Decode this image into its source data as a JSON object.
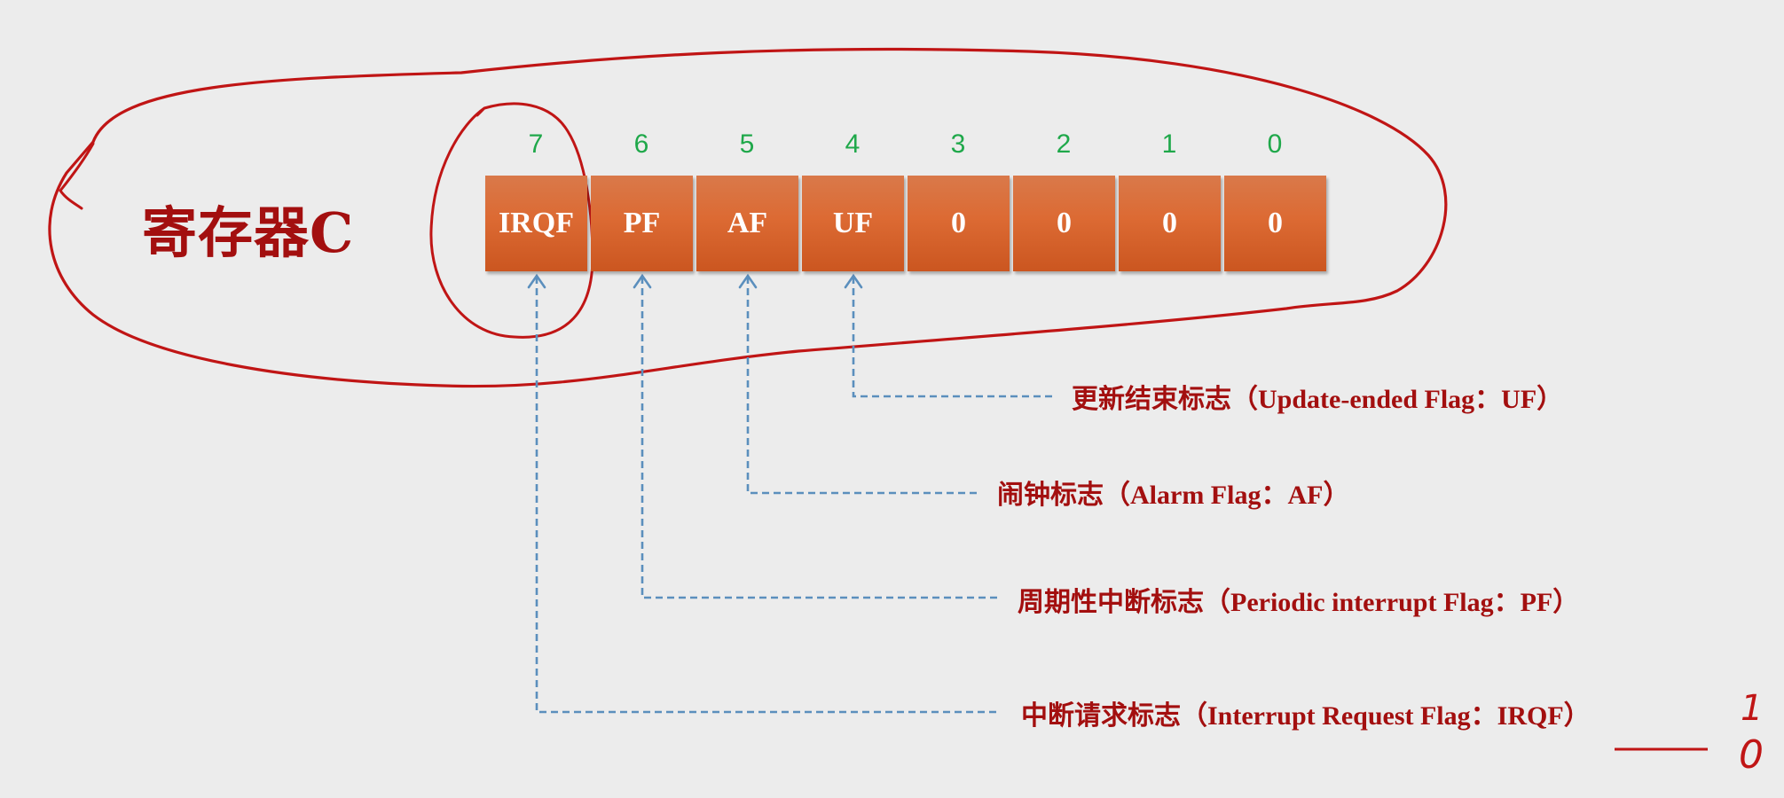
{
  "register": {
    "title": "寄存器C"
  },
  "bits": [
    {
      "index": "7",
      "label": "IRQF"
    },
    {
      "index": "6",
      "label": "PF"
    },
    {
      "index": "5",
      "label": "AF"
    },
    {
      "index": "4",
      "label": "UF"
    },
    {
      "index": "3",
      "label": "0"
    },
    {
      "index": "2",
      "label": "0"
    },
    {
      "index": "1",
      "label": "0"
    },
    {
      "index": "0",
      "label": "0"
    }
  ],
  "descriptions": {
    "uf": "更新结束标志（Update-ended Flag：UF）",
    "af": "闹钟标志（Alarm Flag：AF）",
    "pf": "周期性中断标志（Periodic interrupt Flag：PF）",
    "irqf": "中断请求标志（Interrupt Request Flag：IRQF）"
  },
  "handwritten_values": [
    "1",
    "0"
  ],
  "colors": {
    "background": "#ececec",
    "cell": "#dc6a33",
    "bit_number": "#1fa84a",
    "text_dark_red": "#a30f0f",
    "arrow": "#5b8fbd",
    "annotation": "#c01515"
  }
}
